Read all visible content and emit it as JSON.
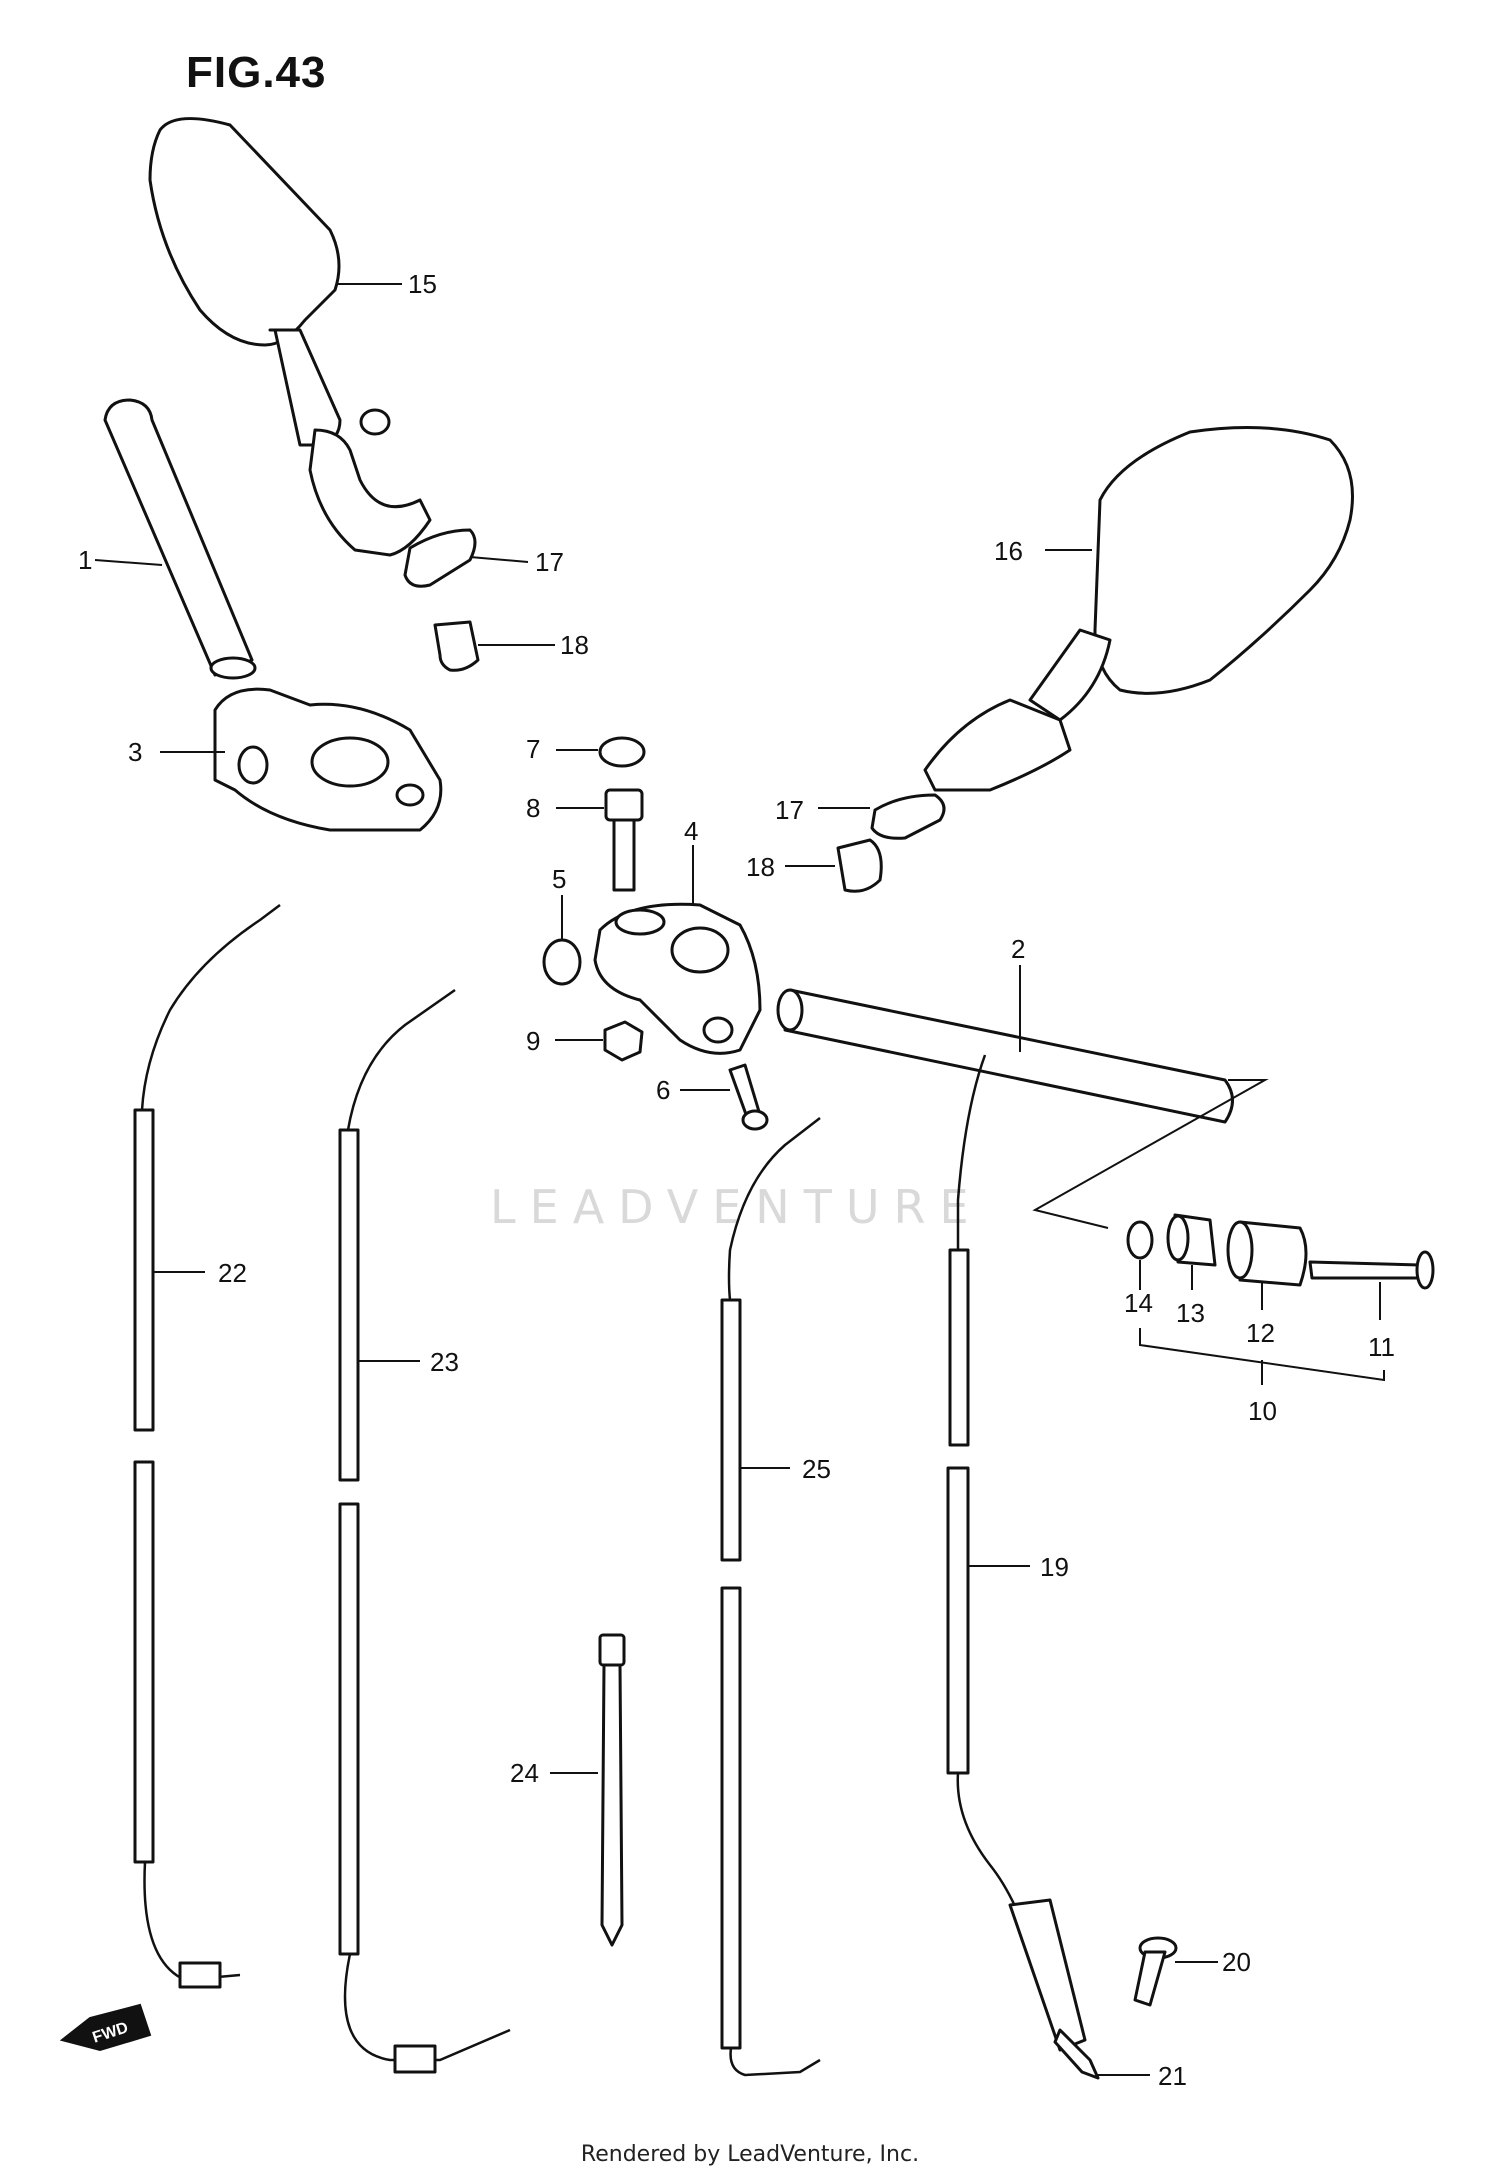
{
  "figure": {
    "title": "FIG.43",
    "watermark": "LEADVENTURE",
    "footer": "Rendered by LeadVenture, Inc.",
    "direction_badge": "FWD"
  },
  "callouts": {
    "c1": "1",
    "c2": "2",
    "c3": "3",
    "c4": "4",
    "c5": "5",
    "c6": "6",
    "c7": "7",
    "c8": "8",
    "c9": "9",
    "c10": "10",
    "c11": "11",
    "c12": "12",
    "c13": "13",
    "c14": "14",
    "c15": "15",
    "c16": "16",
    "c17a": "17",
    "c17b": "17",
    "c18a": "18",
    "c18b": "18",
    "c19": "19",
    "c20": "20",
    "c21": "21",
    "c22": "22",
    "c23": "23",
    "c24": "24",
    "c25": "25"
  }
}
